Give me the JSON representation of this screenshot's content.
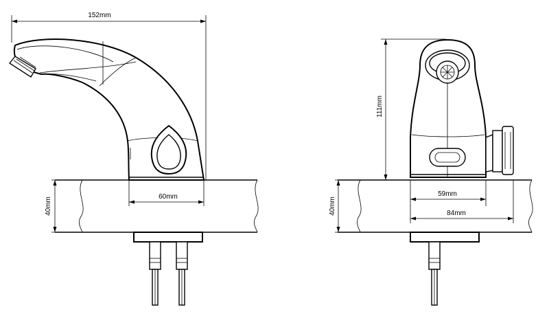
{
  "dimensions": {
    "side_width": "152mm",
    "side_base": "60mm",
    "side_deck": "40mm",
    "front_height": "111mm",
    "front_base": "59mm",
    "front_deck_width": "84mm",
    "front_deck": "40mm"
  }
}
